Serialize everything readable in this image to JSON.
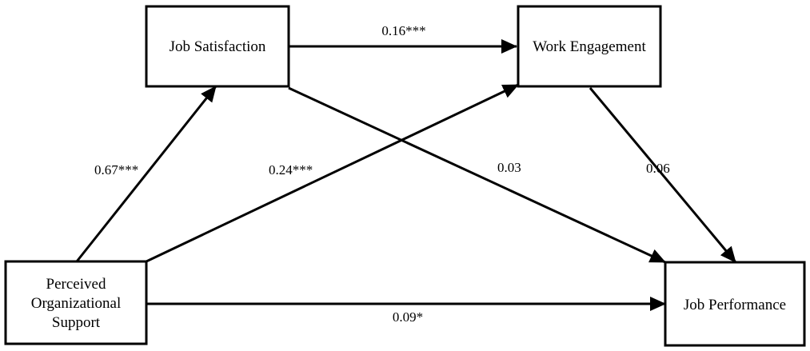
{
  "nodes": {
    "job_satisfaction": {
      "label_lines": [
        "Job Satisfaction"
      ]
    },
    "work_engagement": {
      "label_lines": [
        "Work Engagement"
      ]
    },
    "perceived_org_support": {
      "label_lines": [
        "Perceived",
        "Organizational",
        "Support"
      ]
    },
    "job_performance": {
      "label_lines": [
        "Job Performance"
      ]
    }
  },
  "edges": {
    "js_to_we": {
      "from": "Job Satisfaction",
      "to": "Work Engagement",
      "coefficient": "0.16***"
    },
    "pos_to_js": {
      "from": "Perceived Organizational Support",
      "to": "Job Satisfaction",
      "coefficient": "0.67***"
    },
    "pos_to_we": {
      "from": "Perceived Organizational Support",
      "to": "Work Engagement",
      "coefficient": "0.24***"
    },
    "js_to_jp": {
      "from": "Job Satisfaction",
      "to": "Job Performance",
      "coefficient": "0.03"
    },
    "we_to_jp": {
      "from": "Work Engagement",
      "to": "Job Performance",
      "coefficient": "0.06"
    },
    "pos_to_jp": {
      "from": "Perceived Organizational Support",
      "to": "Job Performance",
      "coefficient": "0.09*"
    }
  }
}
